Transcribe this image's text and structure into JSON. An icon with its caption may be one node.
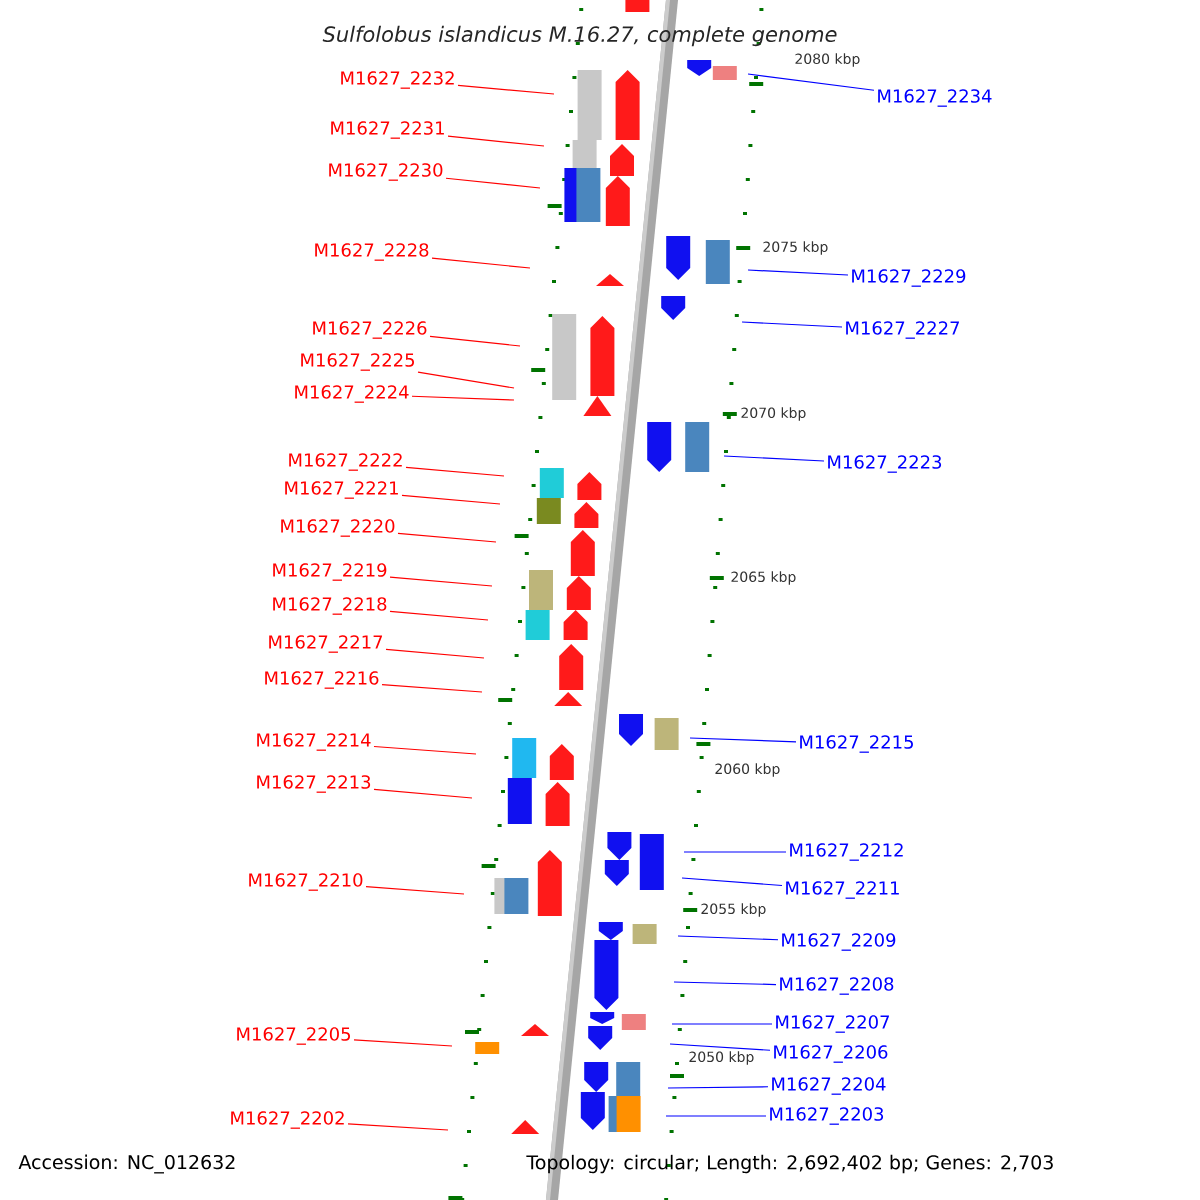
{
  "diagram": {
    "title": "Sulfolobus islandicus M.16.27, complete genome",
    "nodes": [
      {
        "text": [
          "M1627_2232"
        ]
      },
      {
        "text": [
          "M1627_2231"
        ]
      },
      {
        "text": [
          "M1627_2230"
        ]
      },
      {
        "text": [
          "M1627_2228"
        ]
      },
      {
        "text": [
          "M1627_2226"
        ]
      },
      {
        "text": [
          "M1627_2225"
        ]
      },
      {
        "text": [
          "M1627_2224"
        ]
      },
      {
        "text": [
          "M1627_2222"
        ]
      },
      {
        "text": [
          "M1627_2221"
        ]
      },
      {
        "text": [
          "M1627_2220"
        ]
      },
      {
        "text": [
          "M1627_2219"
        ]
      },
      {
        "text": [
          "M1627_2218"
        ]
      },
      {
        "text": [
          "M1627_2217"
        ]
      },
      {
        "text": [
          "M1627_2216"
        ]
      },
      {
        "text": [
          "M1627_2214"
        ]
      },
      {
        "text": [
          "M1627_2213"
        ]
      },
      {
        "text": [
          "M1627_2210"
        ]
      },
      {
        "text": [
          "M1627_2205"
        ]
      },
      {
        "text": [
          "M1627_2202"
        ]
      },
      {
        "text": [
          "M1627_2234"
        ]
      },
      {
        "text": [
          "M1627_2229"
        ]
      },
      {
        "text": [
          "M1627_2227"
        ]
      },
      {
        "text": [
          "M1627_2223"
        ]
      },
      {
        "text": [
          "M1627_2215"
        ]
      },
      {
        "text": [
          "M1627_2212"
        ]
      },
      {
        "text": [
          "M1627_2211"
        ]
      },
      {
        "text": [
          "M1627_2209"
        ]
      },
      {
        "text": [
          "M1627_2208"
        ]
      },
      {
        "text": [
          "M1627_2207"
        ]
      },
      {
        "text": [
          "M1627_2206"
        ]
      },
      {
        "text": [
          "M1627_2204"
        ]
      },
      {
        "text": [
          "M1627_2203"
        ]
      }
    ],
    "edges": [
      {
        "from": 0,
        "to": null,
        "arrow": "none"
      },
      {
        "from": 1,
        "to": null,
        "arrow": "none"
      },
      {
        "from": 2,
        "to": null,
        "arrow": "none"
      },
      {
        "from": 3,
        "to": null,
        "arrow": "none"
      },
      {
        "from": 4,
        "to": null,
        "arrow": "none"
      },
      {
        "from": 5,
        "to": null,
        "arrow": "none"
      },
      {
        "from": 6,
        "to": null,
        "arrow": "none"
      },
      {
        "from": 7,
        "to": null,
        "arrow": "none"
      },
      {
        "from": 8,
        "to": null,
        "arrow": "none"
      },
      {
        "from": 9,
        "to": null,
        "arrow": "none"
      },
      {
        "from": 10,
        "to": null,
        "arrow": "none"
      },
      {
        "from": 11,
        "to": null,
        "arrow": "none"
      },
      {
        "from": 12,
        "to": null,
        "arrow": "none"
      },
      {
        "from": 13,
        "to": null,
        "arrow": "none"
      },
      {
        "from": 14,
        "to": null,
        "arrow": "none"
      },
      {
        "from": 15,
        "to": null,
        "arrow": "none"
      },
      {
        "from": 16,
        "to": null,
        "arrow": "none"
      },
      {
        "from": 17,
        "to": null,
        "arrow": "none"
      },
      {
        "from": 18,
        "to": null,
        "arrow": "none"
      },
      {
        "from": 19,
        "to": null,
        "arrow": "none",
        "color": "#0000ff"
      },
      {
        "from": 20,
        "to": null,
        "arrow": "none",
        "color": "#0000ff"
      },
      {
        "from": 21,
        "to": null,
        "arrow": "none",
        "color": "#0000ff"
      },
      {
        "from": 22,
        "to": null,
        "arrow": "none",
        "color": "#0000ff"
      },
      {
        "from": 23,
        "to": null,
        "arrow": "none",
        "color": "#0000ff"
      },
      {
        "from": 24,
        "to": null,
        "arrow": "none",
        "color": "#0000ff"
      },
      {
        "from": 25,
        "to": null,
        "arrow": "none",
        "color": "#0000ff"
      },
      {
        "from": 26,
        "to": null,
        "arrow": "none",
        "color": "#0000ff"
      },
      {
        "from": 27,
        "to": null,
        "arrow": "none",
        "color": "#0000ff"
      },
      {
        "from": 28,
        "to": null,
        "arrow": "none",
        "color": "#0000ff"
      },
      {
        "from": 29,
        "to": null,
        "arrow": "none",
        "color": "#0000ff"
      },
      {
        "from": 30,
        "to": null,
        "arrow": "none",
        "color": "#0000ff"
      },
      {
        "from": 31,
        "to": null,
        "arrow": "none",
        "color": "#0000ff"
      }
    ],
    "labels": [
      "2080 kbp",
      "2075 kbp",
      "2070 kbp",
      "2065 kbp",
      "2060 kbp",
      "2055 kbp",
      "2050 kbp",
      "Accession: NC_012632",
      "Topology: circular; Length: 2,692,402 bp; Genes: 2,703"
    ]
  }
}
